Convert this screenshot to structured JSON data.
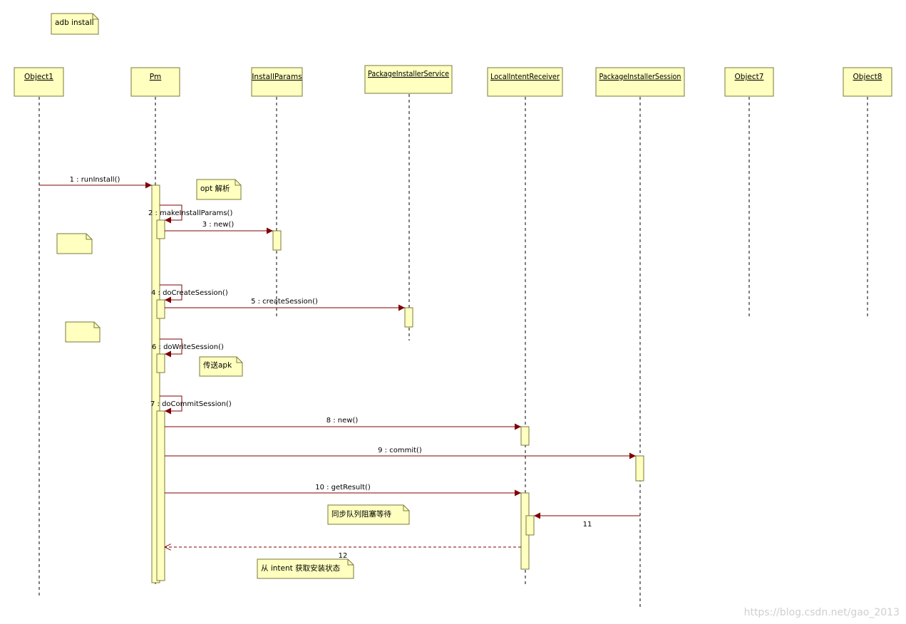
{
  "diagram_title": "adb install",
  "lifelines": [
    {
      "id": "object1",
      "label": "Object1"
    },
    {
      "id": "pm",
      "label": "Pm"
    },
    {
      "id": "installparams",
      "label": "InstallParams"
    },
    {
      "id": "pkginstallerservice",
      "label": "PackageInstallerService"
    },
    {
      "id": "localintentreceiver",
      "label": "LocalIntentReceiver"
    },
    {
      "id": "pkginstallersession",
      "label": "PackageInstallerSession"
    },
    {
      "id": "object7",
      "label": "Object7"
    },
    {
      "id": "object8",
      "label": "Object8"
    }
  ],
  "messages": [
    {
      "id": "m1",
      "label": "1 : runInstall()",
      "from": "object1",
      "to": "pm",
      "kind": "call"
    },
    {
      "id": "m2",
      "label": "2 : makeInstallParams()",
      "from": "pm",
      "to": "pm",
      "kind": "self"
    },
    {
      "id": "m3",
      "label": "3 : new()",
      "from": "pm",
      "to": "installparams",
      "kind": "call"
    },
    {
      "id": "m4",
      "label": "4 : doCreateSession()",
      "from": "pm",
      "to": "pm",
      "kind": "self"
    },
    {
      "id": "m5",
      "label": "5 : createSession()",
      "from": "pm",
      "to": "pkginstallerservice",
      "kind": "call"
    },
    {
      "id": "m6",
      "label": "6 : doWriteSession()",
      "from": "pm",
      "to": "pm",
      "kind": "self"
    },
    {
      "id": "m7",
      "label": "7 : doCommitSession()",
      "from": "pm",
      "to": "pm",
      "kind": "self"
    },
    {
      "id": "m8",
      "label": "8 : new()",
      "from": "pm",
      "to": "localintentreceiver",
      "kind": "call"
    },
    {
      "id": "m9",
      "label": "9 : commit()",
      "from": "pm",
      "to": "pkginstallersession",
      "kind": "call"
    },
    {
      "id": "m10",
      "label": "10 : getResult()",
      "from": "pm",
      "to": "localintentreceiver",
      "kind": "call"
    },
    {
      "id": "m11",
      "label": "11",
      "from": "pkginstallersession",
      "to": "localintentreceiver",
      "kind": "call"
    },
    {
      "id": "m12",
      "label": "12",
      "from": "localintentreceiver",
      "to": "pm",
      "kind": "return"
    }
  ],
  "notes": [
    {
      "id": "note-title",
      "text": "adb install"
    },
    {
      "id": "note-opt",
      "text": "opt 解析"
    },
    {
      "id": "note-empty-1",
      "text": ""
    },
    {
      "id": "note-empty-2",
      "text": ""
    },
    {
      "id": "note-transfer",
      "text": "传送apk"
    },
    {
      "id": "note-sync",
      "text": "同步队列阻塞等待"
    },
    {
      "id": "note-intent",
      "text": "从 intent 获取安装状态"
    }
  ],
  "watermark": "https://blog.csdn.net/gao_2013",
  "colors": {
    "box_fill": "#ffffc0",
    "box_stroke": "#7a7a3a",
    "arrow": "#800000",
    "lifeline": "#000000"
  }
}
